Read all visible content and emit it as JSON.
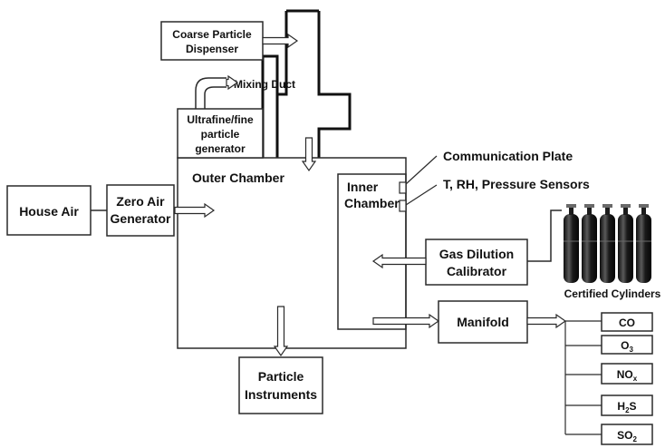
{
  "colors": {
    "stroke": "#2a2a2a",
    "text": "#111111",
    "cylinder": "#1c1c1c",
    "cylinder_highlight": "#6a6a6a"
  },
  "icons": [
    "block-arrow-icon",
    "gas-cylinder-icon"
  ],
  "house_air": "House Air",
  "zero_air": {
    "line1": "Zero Air",
    "line2": "Generator"
  },
  "coarse": {
    "line1": "Coarse Particle",
    "line2": "Dispenser"
  },
  "mixing_duct": "Mixing Duct",
  "ultrafine": {
    "line1": "Ultrafine/fine",
    "line2": "particle",
    "line3": "generator"
  },
  "outer_chamber": "Outer Chamber",
  "inner_chamber": {
    "line1": "Inner",
    "line2": "Chamber"
  },
  "communication_plate": "Communication Plate",
  "sensors": "T, RH, Pressure Sensors",
  "gas_dilution": {
    "line1": "Gas Dilution",
    "line2": "Calibrator"
  },
  "certified_cylinders": "Certified Cylinders",
  "manifold": "Manifold",
  "particle_instruments": {
    "line1": "Particle",
    "line2": "Instruments"
  },
  "gases": {
    "co": "CO",
    "o3": {
      "base": "O",
      "sub": "3"
    },
    "nox": {
      "base": "NO",
      "sub": "x"
    },
    "h2s": {
      "base": "H",
      "sub": "2",
      "tail": "S"
    },
    "so2": {
      "base": "SO",
      "sub": "2"
    }
  }
}
